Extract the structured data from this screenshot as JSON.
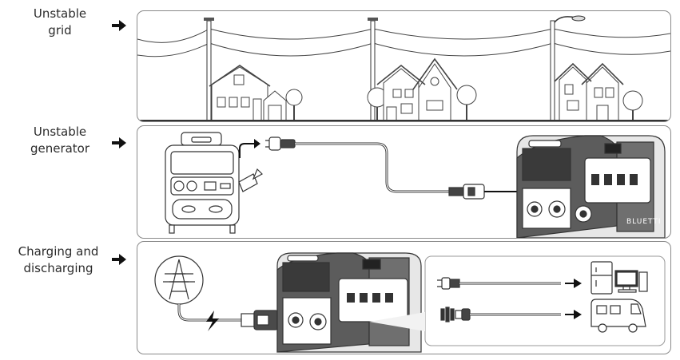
{
  "rows": [
    {
      "label_line1": "Unstable",
      "label_line2": "grid",
      "scene": "utility-poles-and-houses"
    },
    {
      "label_line1": "Unstable",
      "label_line2": "generator",
      "scene": "generator-to-power-station"
    },
    {
      "label_line1": "Charging and",
      "label_line2": "discharging",
      "scene": "grid-charging-and-discharging-to-appliances"
    }
  ],
  "brand": {
    "logo_text": "BLUETTI"
  },
  "icons": [
    "arrow-right-icon",
    "lightning-icon",
    "transmission-tower-icon",
    "plug-icon",
    "fridge-icon",
    "computer-icon",
    "rv-icon"
  ]
}
